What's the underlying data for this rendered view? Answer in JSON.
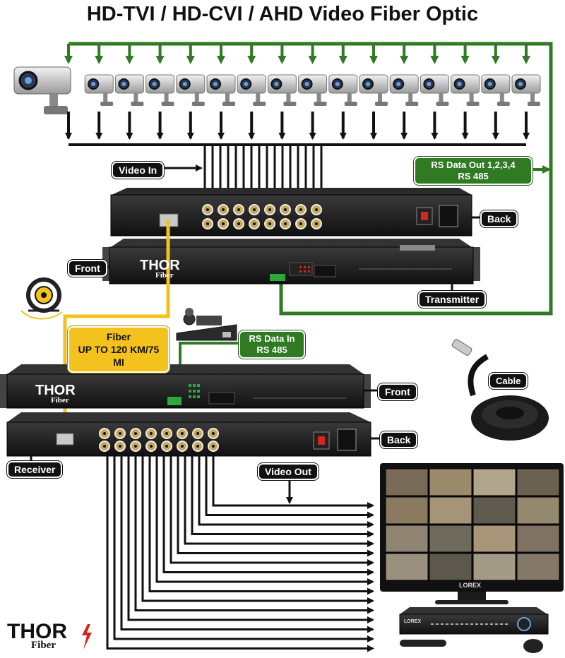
{
  "title": "HD-TVI / HD-CVI / AHD Video Fiber Optic",
  "labels": {
    "video_in": "Video In",
    "video_out": "Video Out",
    "rs_data_out_line1": "RS Data Out 1,2,3,4",
    "rs_data_out_line2": "RS 485",
    "rs_data_in_line1": "RS Data In",
    "rs_data_in_line2": "RS 485",
    "fiber_line1": "Fiber",
    "fiber_line2": "UP TO 120 KM/75 MI",
    "back_top": "Back",
    "front_top": "Front",
    "transmitter": "Transmitter",
    "front_bottom": "Front",
    "back_bottom": "Back",
    "receiver": "Receiver",
    "cable": "Cable"
  },
  "brand": {
    "name": "THOR",
    "sub": "Fiber"
  },
  "dvr_brand": "LOREX",
  "colors": {
    "data_line": "#2f7a22",
    "fiber_line": "#f4c21c",
    "video_line": "#111111",
    "unit_body": "#1b1b1b",
    "brand_red": "#d3261f"
  },
  "camera_count": 16,
  "output_count": 16
}
